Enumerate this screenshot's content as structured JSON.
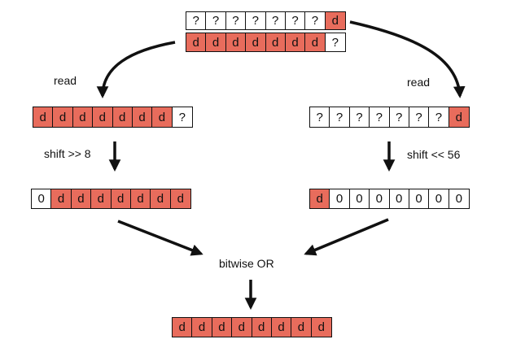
{
  "colors": {
    "fill": "#e86c5c",
    "empty": "#ffffff",
    "stroke": "#111111"
  },
  "registers": {
    "source_top": [
      "?",
      "?",
      "?",
      "?",
      "?",
      "?",
      "?",
      "d"
    ],
    "source_bottom": [
      "d",
      "d",
      "d",
      "d",
      "d",
      "d",
      "d",
      "?"
    ],
    "left_read": [
      "d",
      "d",
      "d",
      "d",
      "d",
      "d",
      "d",
      "?"
    ],
    "right_read": [
      "?",
      "?",
      "?",
      "?",
      "?",
      "?",
      "?",
      "d"
    ],
    "left_shifted": [
      "0",
      "d",
      "d",
      "d",
      "d",
      "d",
      "d",
      "d"
    ],
    "right_shifted": [
      "d",
      "0",
      "0",
      "0",
      "0",
      "0",
      "0",
      "0"
    ],
    "result": [
      "d",
      "d",
      "d",
      "d",
      "d",
      "d",
      "d",
      "d"
    ]
  },
  "labels": {
    "read_left": "read",
    "read_right": "read",
    "shift_left": "shift >> 8",
    "shift_right": "shift << 56",
    "combine": "bitwise OR"
  }
}
